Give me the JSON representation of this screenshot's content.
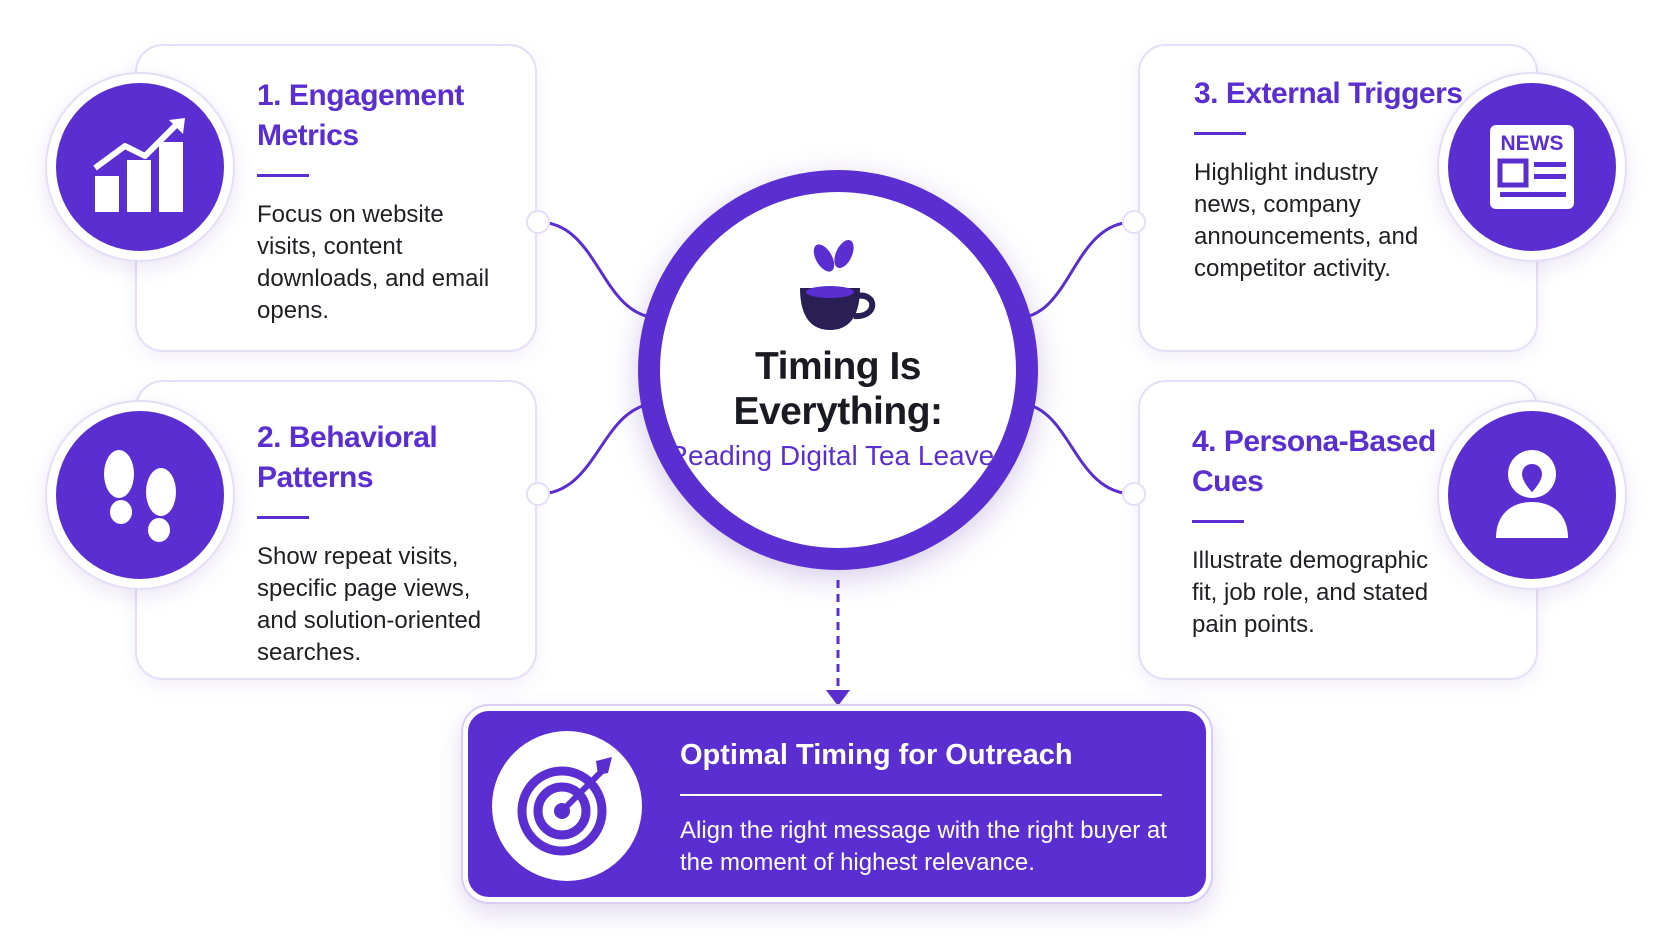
{
  "center": {
    "title": "Timing Is Everything:",
    "subtitle": "Reading Digital Tea Leaves",
    "icon": "tea-cup-icon"
  },
  "cards": [
    {
      "title": "1. Engagement Metrics",
      "body": "Focus on website visits, content downloads, and email opens.",
      "icon": "bar-chart-arrow-icon"
    },
    {
      "title": "2. Behavioral Patterns",
      "body": "Show repeat visits, specific page views, and solution-oriented searches.",
      "icon": "footprints-icon"
    },
    {
      "title": "3. External Triggers",
      "body": "Highlight industry news, company announcements, and competitor activity.",
      "icon": "newspaper-icon",
      "icon_text": "NEWS"
    },
    {
      "title": "4. Persona-Based Cues",
      "body": "Illustrate demographic fit, job role, and stated pain points.",
      "icon": "person-icon"
    }
  ],
  "outcome": {
    "title": "Optimal Timing for Outreach",
    "body": "Align the right message with the right buyer at the moment of highest relevance.",
    "icon": "target-dart-icon"
  },
  "colors": {
    "accent": "#5a2ed0",
    "card_border": "#e6def6",
    "text": "#1f1f24"
  }
}
